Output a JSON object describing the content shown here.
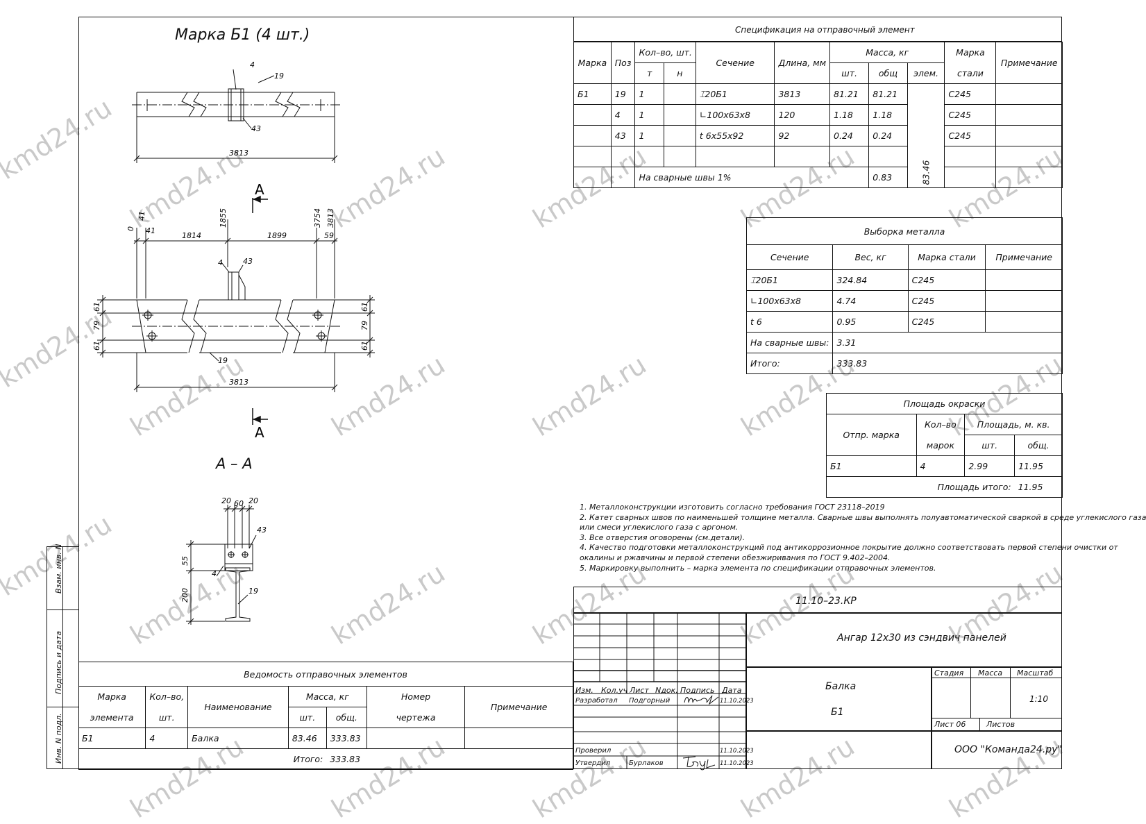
{
  "drawing": {
    "title": "Марка Б1 (4 шт.)",
    "section_marker": "А",
    "section_title": "А – А",
    "top_view": {
      "length": "3813",
      "labels": [
        "4",
        "19",
        "43"
      ]
    },
    "side_view": {
      "dims_top": [
        "0",
        "41",
        "1814",
        "1855",
        "1899",
        "3754",
        "3813",
        "59"
      ],
      "dims_left": [
        "61",
        "79",
        "61"
      ],
      "dims_right": [
        "61",
        "79",
        "61"
      ],
      "length": "3813",
      "labels": [
        "4",
        "43",
        "19"
      ]
    },
    "section_view": {
      "dims_top": [
        "20",
        "60",
        "20"
      ],
      "dim_55": "55",
      "dim_200": "200",
      "labels": [
        "43",
        "4",
        "19"
      ]
    }
  },
  "spec": {
    "title": "Спецификация на отправочный элемент",
    "headers": {
      "marka": "Марка",
      "poz": "Поз",
      "kol": "Кол–во, шт.",
      "t": "т",
      "n": "н",
      "sechenie": "Сечение",
      "dlina": "Длина, мм",
      "massa": "Масса, кг",
      "sht": "шт.",
      "obsh": "общ",
      "elem": "элем.",
      "marka_stali_1": "Марка",
      "marka_stali_2": "стали",
      "primechanie": "Примечание"
    },
    "rows": [
      {
        "marka": "Б1",
        "poz": "19",
        "t": "1",
        "sech": "⌶20Б1",
        "len": "3813",
        "sht": "81.21",
        "obsh": "81.21",
        "stal": "С245"
      },
      {
        "marka": "",
        "poz": "4",
        "t": "1",
        "sech": "∟100х63х8",
        "len": "120",
        "sht": "1.18",
        "obsh": "1.18",
        "stal": "С245"
      },
      {
        "marka": "",
        "poz": "43",
        "t": "1",
        "sech": "t 6х55х92",
        "len": "92",
        "sht": "0.24",
        "obsh": "0.24",
        "stal": "С245"
      }
    ],
    "welds_label": "На сварные швы 1%",
    "welds_value": "0.83",
    "elem_total": "83.46"
  },
  "metal": {
    "title": "Выборка металла",
    "headers": [
      "Сечение",
      "Вес, кг",
      "Марка стали",
      "Примечание"
    ],
    "rows": [
      {
        "sech": "⌶20Б1",
        "ves": "324.84",
        "stal": "С245"
      },
      {
        "sech": "∟100х63х8",
        "ves": "4.74",
        "stal": "С245"
      },
      {
        "sech": "t 6",
        "ves": "0.95",
        "stal": "С245"
      }
    ],
    "welds_label": "На сварные швы:",
    "welds_value": "3.31",
    "total_label": "Итого:",
    "total_value": "333.83"
  },
  "paint": {
    "title": "Площадь окраски",
    "h_otpr": "Отпр. марка",
    "h_kol_1": "Кол–во",
    "h_kol_2": "марок",
    "h_area": "Площадь, м. кв.",
    "h_sht": "шт.",
    "h_obsh": "общ.",
    "row": {
      "marka": "Б1",
      "kol": "4",
      "sht": "2.99",
      "obsh": "11.95"
    },
    "total_label": "Площадь итого:",
    "total_value": "11.95"
  },
  "notes": [
    "1. Металлоконструкции изготовить согласно требования ГОСТ 23118–2019",
    "2. Катет сварных швов по наименьшей толщине металла. Сварные швы выполнять полуавтоматической сваркой в среде углекислого газа",
    "или смеси углекислого газа с аргоном.",
    "3. Все отверстия оговорены (см.детали).",
    "4. Качество подготовки металлоконструкций под антикоррозионное покрытие должно соответствовать первой степени очистки от",
    "окалины и ржавчины и первой степени обезжиривания по ГОСТ 9.402–2004.",
    "5. Маркировку выполнить – марка элемента по спецификации отправочных элементов."
  ],
  "vedomost": {
    "title": "Ведомость отправочных элементов",
    "h_marka_1": "Марка",
    "h_marka_2": "элемента",
    "h_kol_1": "Кол–во,",
    "h_kol_2": "шт.",
    "h_naim": "Наименование",
    "h_massa": "Масса, кг",
    "h_sht": "шт.",
    "h_obsh": "общ.",
    "h_nomer_1": "Номер",
    "h_nomer_2": "чертежа",
    "h_prim": "Примечание",
    "row": {
      "marka": "Б1",
      "kol": "4",
      "naim": "Балка",
      "sht": "83.46",
      "obsh": "333.83"
    },
    "total_label": "Итого:",
    "total_value": "333.83"
  },
  "stamp": {
    "code": "11.10–23.КР",
    "project": "Ангар 12х30 из сэндвич панелей",
    "headers": [
      "Изм.",
      "Кол.уч",
      "Лист",
      "Nдок.",
      "Подпись",
      "Дата"
    ],
    "razrab_label": "Разработал",
    "razrab_name": "Подгорный",
    "razrab_date": "11.10.2023",
    "prov_label": "Проверил",
    "prov_date": "11.10.2023",
    "utv_label": "Утвердил",
    "utv_name": "Бурлаков",
    "utv_date": "11.10.2023",
    "name_1": "Балка",
    "name_2": "Б1",
    "stadiya": "Стадия",
    "massa": "Масса",
    "masshtab": "Масштаб",
    "scale": "1:10",
    "list": "Лист 06",
    "listov": "Листов",
    "org": "ООО \"Команда24.ру\""
  },
  "side_stamp": [
    "Взам. инв. N",
    "Подпись и дата",
    "Инв. N подл."
  ],
  "watermark": "kmd24.ru"
}
